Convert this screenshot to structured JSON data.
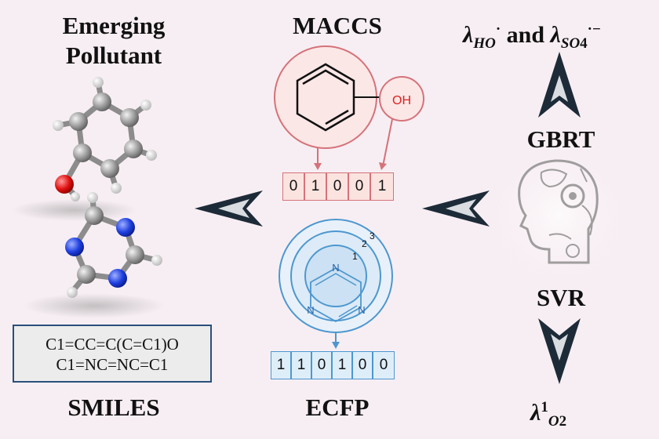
{
  "titles": {
    "emerging_line1": "Emerging",
    "emerging_line2": "Pollutant",
    "maccs": "MACCS",
    "ecfp": "ECFP",
    "smiles": "SMILES",
    "gbrt": "GBRT",
    "svr": "SVR"
  },
  "smiles": {
    "line1": "C1=CC=C(C=C1)O",
    "line2": "C1=NC=NC=C1"
  },
  "maccs": {
    "group_label": "OH",
    "bits": [
      "0",
      "1",
      "0",
      "0",
      "1"
    ]
  },
  "ecfp": {
    "radius_labels": [
      "1",
      "2",
      "3"
    ],
    "atom_labels": [
      "N",
      "N",
      "N"
    ],
    "bits": [
      "1",
      "1",
      "0",
      "1",
      "0",
      "0"
    ]
  },
  "outputs": {
    "top": {
      "lambda": "λ",
      "sub1": "HO",
      "sup1": "·",
      "and": " and ",
      "lambda2": "λ",
      "sub2": "SO",
      "sub2b": "4",
      "sup2": "·−"
    },
    "bottom": {
      "lambda": "λ",
      "sup": "1",
      "sub": "O",
      "sub2": "2"
    }
  },
  "colors": {
    "maccs_accent": "#d5727a",
    "ecfp_accent": "#4d97cf",
    "arrow_dark": "#1d2b38",
    "background": "#f7eef3"
  }
}
